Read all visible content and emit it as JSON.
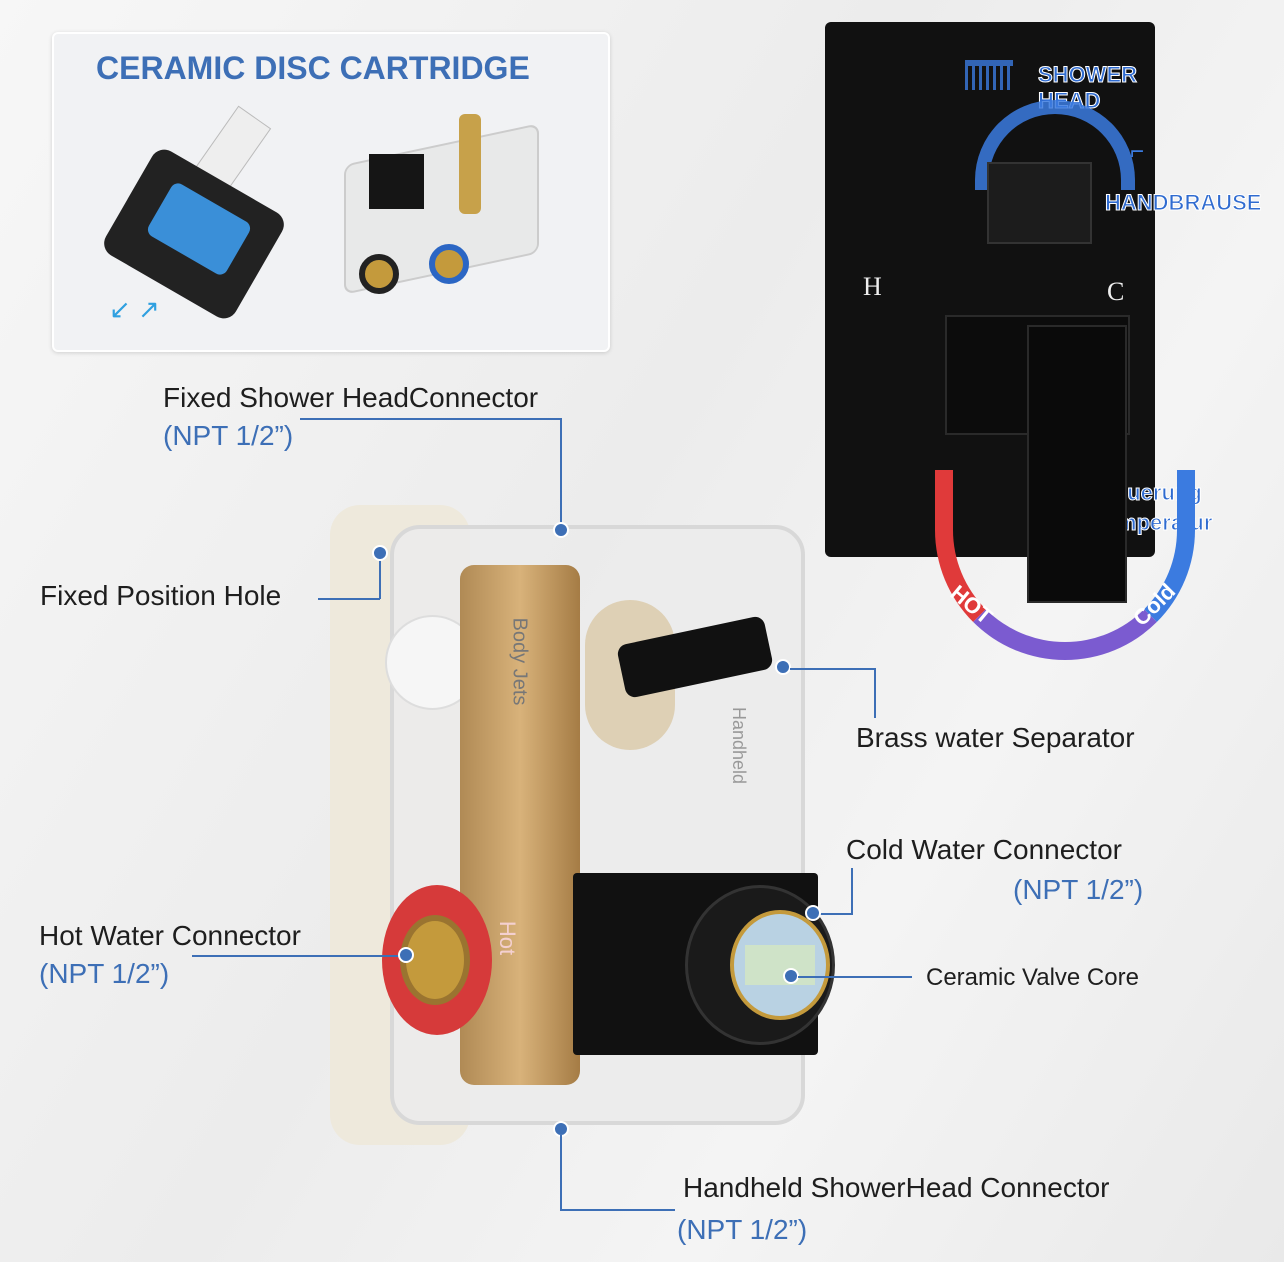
{
  "inset": {
    "title": "CERAMIC DISC CARTRIDGE"
  },
  "panel": {
    "shower_head": "SHOWER HEAD",
    "handbrause": "HANDBRAUSE",
    "hot_mark": "H",
    "cold_mark": "C",
    "control_line1": "Steuerung",
    "control_line2": "Temperatur",
    "hot_arc": "HOT",
    "cold_arc": "Cold"
  },
  "valve": {
    "body_jets": "Body Jets",
    "handheld": "Handheld",
    "hot": "Hot"
  },
  "callouts": {
    "fixed_head": {
      "label": "Fixed Shower HeadConnector",
      "spec": "(NPT 1/2”)"
    },
    "fixed_hole": {
      "label": "Fixed Position Hole"
    },
    "brass": {
      "label": "Brass water Separator"
    },
    "cold": {
      "label": "Cold Water Connector",
      "spec": "(NPT 1/2”)"
    },
    "hot": {
      "label": "Hot Water Connector",
      "spec": "(NPT 1/2”)"
    },
    "ceramic": {
      "label": "Ceramic Valve Core"
    },
    "handheld": {
      "label": "Handheld ShowerHead Connector",
      "spec": "(NPT 1/2”)"
    }
  },
  "colors": {
    "accent": "#3d6fb6",
    "hot": "#e03a3a",
    "cold": "#3b7be0"
  }
}
